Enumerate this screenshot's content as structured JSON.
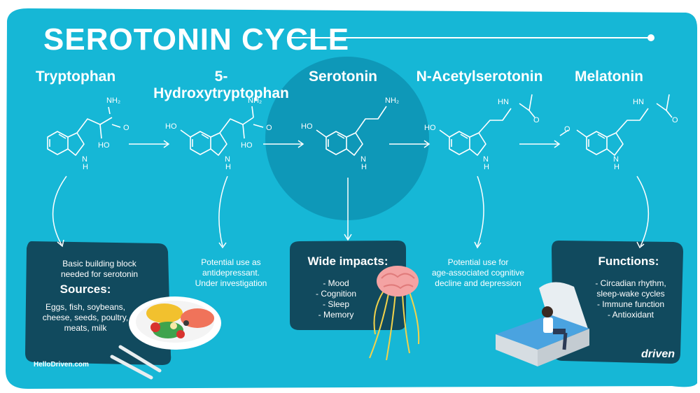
{
  "title": "SEROTONIN CYCLE",
  "molecules": [
    {
      "name": "Tryptophan",
      "labels": [
        "NH₂",
        "O",
        "HO",
        "N",
        "H"
      ]
    },
    {
      "name": "5-Hydroxytryptophan",
      "labels": [
        "NH₂",
        "HO",
        "O",
        "HO",
        "N",
        "H"
      ]
    },
    {
      "name": "Serotonin",
      "labels": [
        "NH₂",
        "HO",
        "N",
        "H"
      ]
    },
    {
      "name": "N-Acetylserotonin",
      "labels": [
        "HN",
        "O",
        "HO",
        "N",
        "H"
      ]
    },
    {
      "name": "Melatonin",
      "labels": [
        "HN",
        "O",
        "O",
        "N",
        "H"
      ]
    }
  ],
  "tryptophan_panel": {
    "desc_lines": [
      "Basic building block",
      "needed for serotonin"
    ],
    "heading": "Sources:",
    "source_lines": [
      "Eggs, fish, soybeans,",
      "cheese, seeds, poultry,",
      "meats, milk"
    ]
  },
  "htp_note_lines": [
    "Potential use as",
    "antidepressant.",
    "Under investigation"
  ],
  "serotonin_panel": {
    "heading": "Wide impacts:",
    "items": [
      "- Mood",
      "- Cognition",
      "- Sleep",
      "- Memory"
    ]
  },
  "nas_note_lines": [
    "Potential use for",
    "age-associated cognitive",
    "decline and depression"
  ],
  "melatonin_panel": {
    "heading": "Functions:",
    "items": [
      "- Circadian rhythm,",
      "sleep-wake cycles",
      "- Immune function",
      "- Antioxidant"
    ]
  },
  "footer": {
    "site": "HelloDriven.com",
    "logo": "driven"
  },
  "colors": {
    "accent": "#16b7d6",
    "panel": "#114a5e",
    "circle": "#0e98b8"
  }
}
